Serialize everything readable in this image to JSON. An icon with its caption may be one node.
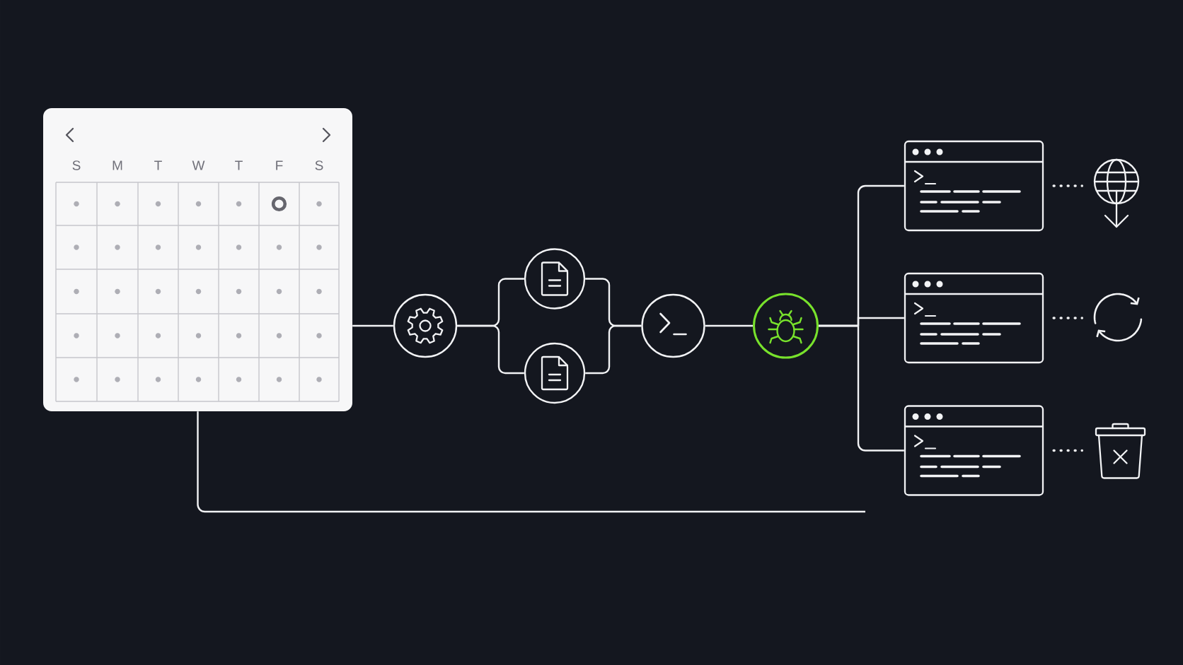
{
  "diagram": {
    "nodes": [
      {
        "text": [
          "S",
          "M",
          "T",
          "W",
          "T",
          "F",
          "S"
        ]
      },
      {
        "text": [],
        "shape": "circle"
      },
      {
        "text": [],
        "shape": "circle"
      },
      {
        "text": [],
        "shape": "circle"
      },
      {
        "text": [],
        "shape": "circle"
      },
      {
        "text": [],
        "shape": "circle"
      },
      {
        "text": [],
        "shape": "window"
      },
      {
        "text": [],
        "shape": "picture"
      },
      {
        "text": [],
        "shape": "window"
      },
      {
        "text": [],
        "shape": "picture"
      },
      {
        "text": [],
        "shape": "window"
      },
      {
        "text": [],
        "shape": "picture"
      }
    ],
    "edges": [
      {
        "from": 0,
        "to": 1,
        "arrow": "none"
      },
      {
        "from": 1,
        "to": 2,
        "arrow": "none"
      },
      {
        "from": 1,
        "to": 3,
        "arrow": "none"
      },
      {
        "from": 2,
        "to": 4,
        "arrow": "none"
      },
      {
        "from": 3,
        "to": 4,
        "arrow": "none"
      },
      {
        "from": 4,
        "to": 5,
        "arrow": "none"
      },
      {
        "from": 5,
        "to": 6,
        "arrow": "none"
      },
      {
        "from": 5,
        "to": 8,
        "arrow": "none"
      },
      {
        "from": 5,
        "to": 10,
        "arrow": "none"
      },
      {
        "from": 6,
        "to": 7,
        "arrow": "none",
        "style": "dashed"
      },
      {
        "from": 8,
        "to": 9,
        "arrow": "none",
        "style": "dashed"
      },
      {
        "from": 10,
        "to": 11,
        "arrow": "none",
        "style": "dashed"
      },
      {
        "from": 0,
        "to": null,
        "arrow": "none"
      }
    ]
  }
}
